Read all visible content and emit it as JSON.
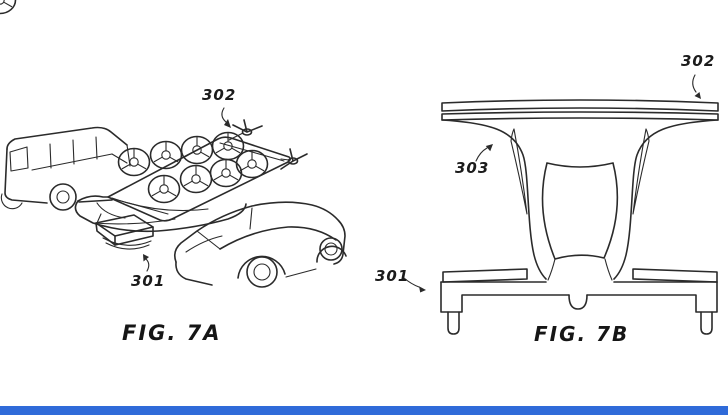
{
  "page": {
    "background": "#ffffff",
    "line_color": "#2b2b2b",
    "footer_bar_color": "#2f6bd9"
  },
  "figure_a": {
    "caption": "FIG. 7A",
    "labels": {
      "l302": "302",
      "l301": "301"
    }
  },
  "figure_b": {
    "caption": "FIG. 7B",
    "labels": {
      "l302": "302",
      "l303": "303",
      "l301": "301"
    }
  }
}
